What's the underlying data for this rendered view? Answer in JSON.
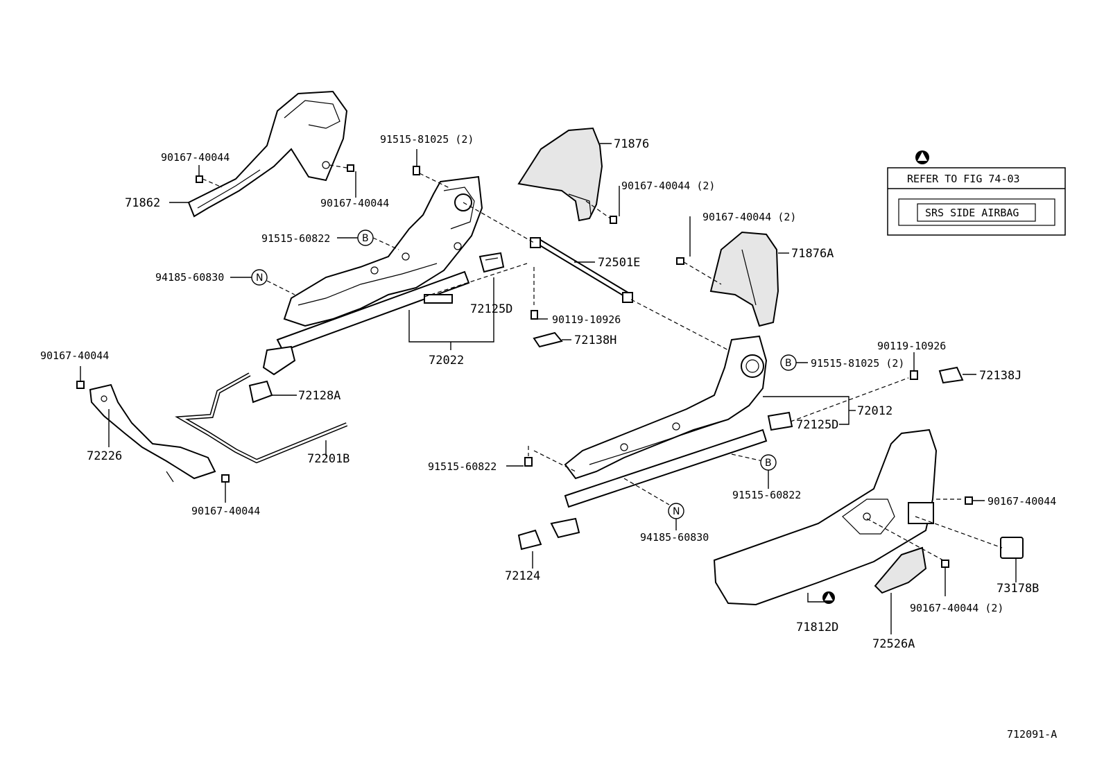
{
  "labels": {
    "p_90167_40044_tl": "90167-40044",
    "p_71862": "71862",
    "p_90167_40044_t": "90167-40044",
    "p_91515_81025_t": "91515-81025 (2)",
    "p_91515_60822_t": "91515-60822",
    "p_94185_60830_t": "94185-60830",
    "p_71876": "71876",
    "p_90167_40044_2a": "90167-40044 (2)",
    "p_72501E": "72501E",
    "p_72125D_t": "72125D",
    "p_90119_10926_c": "90119-10926",
    "p_72138H": "72138H",
    "p_72022": "72022",
    "p_90167_40044_2b": "90167-40044 (2)",
    "p_71876A": "71876A",
    "p_90167_40044_l": "90167-40044",
    "p_72128A": "72128A",
    "p_72226": "72226",
    "p_72201B": "72201B",
    "p_90167_40044_bl": "90167-40044",
    "p_91515_81025_r": "91515-81025 (2)",
    "p_90119_10926_r": "90119-10926",
    "p_72138J": "72138J",
    "p_72012": "72012",
    "p_72125D_r": "72125D",
    "p_91515_60822_c": "91515-60822",
    "p_91515_60822_r": "91515-60822",
    "p_94185_60830_b": "94185-60830",
    "p_72124": "72124",
    "p_90167_40044_rr": "90167-40044",
    "p_73178B": "73178B",
    "p_90167_40044_2c": "90167-40044 (2)",
    "p_71812D": "71812D",
    "p_72526A": "72526A",
    "fig_id": "712091-A"
  },
  "refer_box": {
    "refer_text": "REFER TO FIG 74-03",
    "srs_text": "SRS SIDE AIRBAG"
  },
  "callouts": {
    "b": "B",
    "n": "N"
  }
}
